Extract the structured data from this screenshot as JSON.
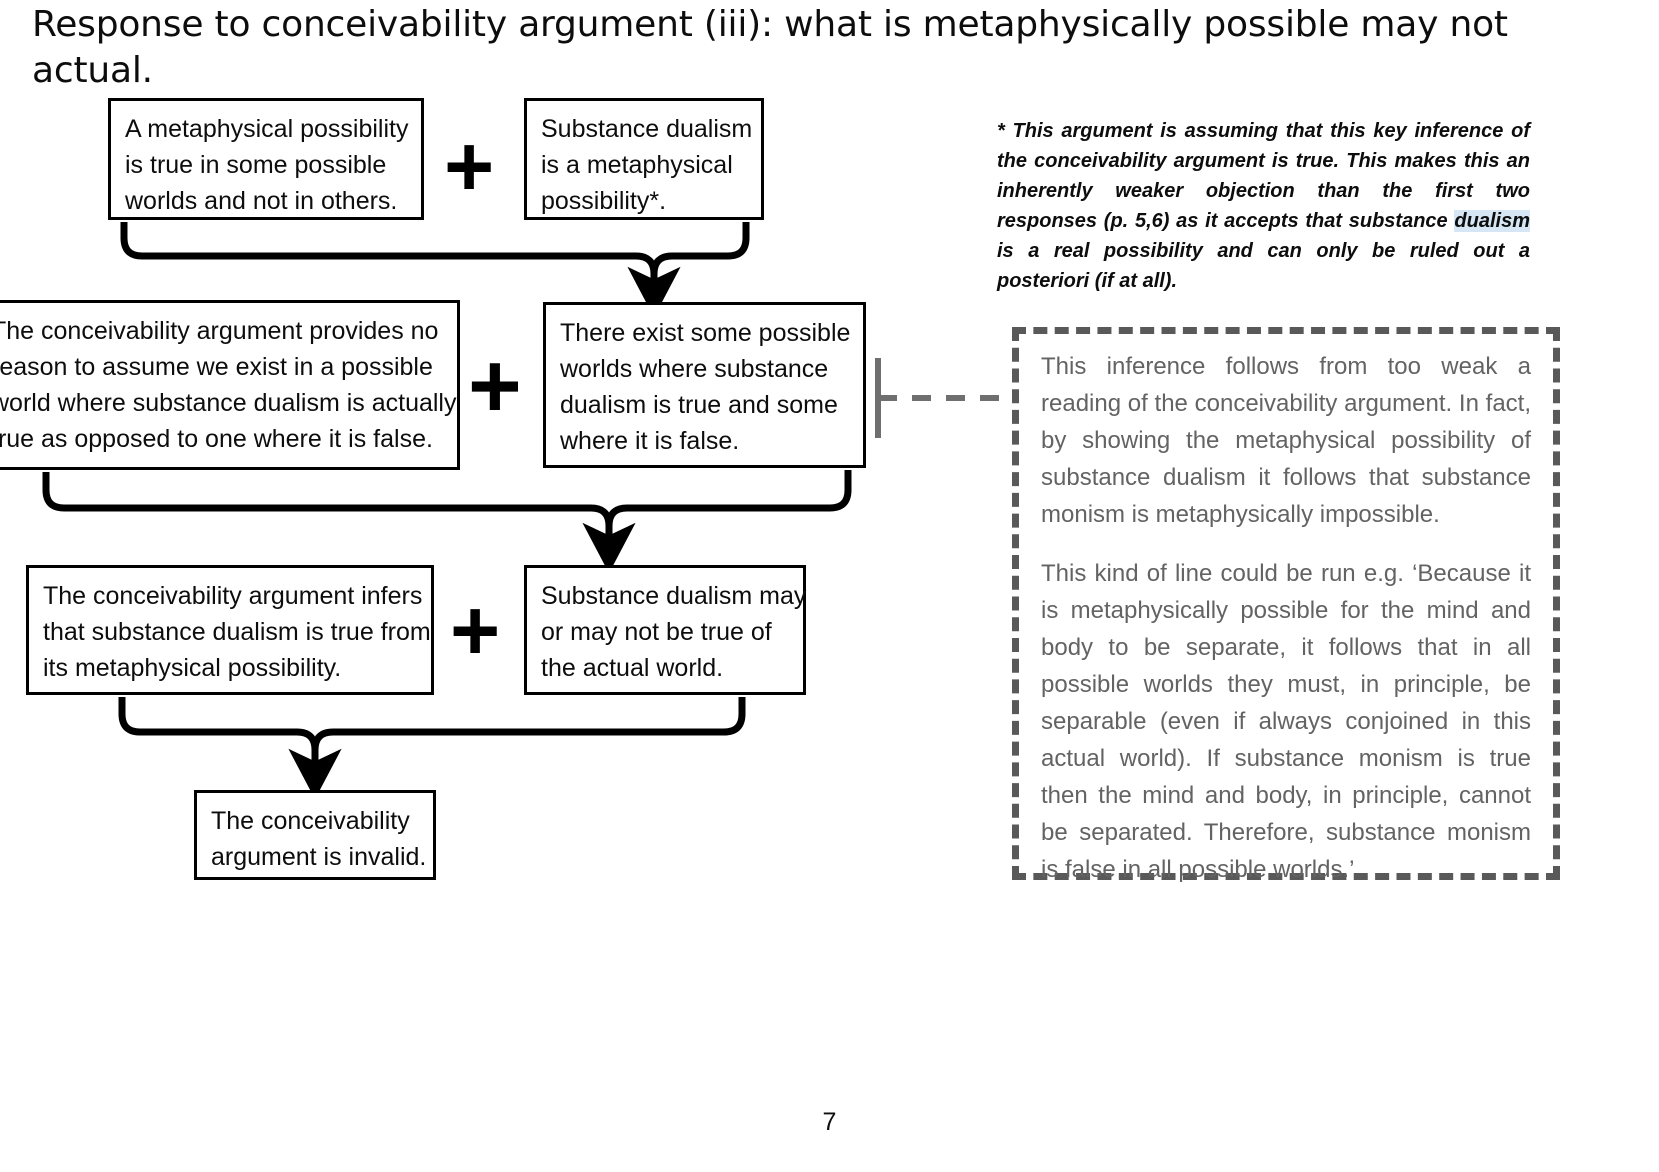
{
  "slide": {
    "title": "Response to conceivability argument (iii): what is metaphysically possible may not actual.",
    "page_number": "7",
    "colors": {
      "text": "#0d0d0d",
      "box_border": "#000000",
      "dashed_border": "#595959",
      "dashed_text": "#636363",
      "highlight": "#d6e6f5",
      "background": "#ffffff"
    }
  },
  "flow": {
    "boxes": [
      {
        "id": "box-a",
        "name": "box-metaphysical-possibility",
        "lines": [
          "A metaphysical possibility",
          "is true in some possible",
          "worlds and not in others."
        ]
      },
      {
        "id": "box-b",
        "name": "box-substance-dualism-possibility",
        "lines": [
          "Substance dualism",
          "is a metaphysical",
          "possibility*."
        ]
      },
      {
        "id": "box-c",
        "name": "box-no-reason-to-assume",
        "lines": [
          "The conceivability argument provides no",
          "reason to assume we exist in a possible",
          "world where substance dualism is actually",
          "true as opposed to one where it is false."
        ]
      },
      {
        "id": "box-d",
        "name": "box-there-exist-possible-worlds",
        "lines": [
          "There exist some possible",
          "worlds where substance",
          "dualism is true and some",
          "where it is false."
        ]
      },
      {
        "id": "box-e",
        "name": "box-argument-infers",
        "lines": [
          "The conceivability argument infers",
          "that substance dualism is true from",
          "its metaphysical possibility."
        ]
      },
      {
        "id": "box-f",
        "name": "box-may-or-may-not-be-true",
        "lines": [
          "Substance dualism may",
          "or may not be true of",
          "the actual world."
        ]
      },
      {
        "id": "box-g",
        "name": "box-conclusion-invalid",
        "lines": [
          "The   conceivability",
          "argument is invalid."
        ]
      }
    ],
    "operators": {
      "plus_1": "+",
      "plus_2": "+",
      "plus_3": "+"
    }
  },
  "footnote": {
    "part_1": "* This argument is assuming that this key inference of the conceivability argument is true. This makes this an inherently weaker objection than the first two responses (p. 5,6) as it accepts that substance ",
    "highlighted": "dualism",
    "part_2": " is a real possibility and can only be ruled out a posteriori (if at all)."
  },
  "comment": {
    "paragraph_1": "This inference follows from too weak a reading of the conceivability argument. In fact, by showing the metaphysical possibility of substance dualism it follows that substance monism is metaphysically impossible.",
    "paragraph_2": "This kind of line could be run e.g. ‘Because it is metaphysically possible for the mind and body to be separate, it follows that in all possible worlds they must, in principle, be separable (even if always conjoined in this actual world). If substance monism is true then the mind and body, in principle, cannot be separated. Therefore, substance monism is false in all possible worlds.’"
  }
}
